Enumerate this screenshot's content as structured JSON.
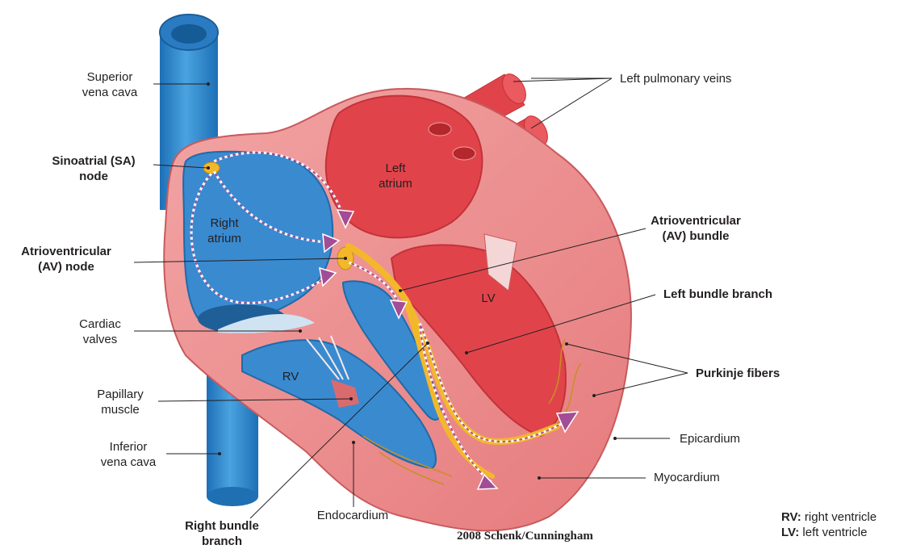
{
  "labels": {
    "superior_vena_cava": "Superior\nvena cava",
    "sa_node": "Sinoatrial (SA)\nnode",
    "av_node": "Atrioventricular\n(AV) node",
    "cardiac_valves": "Cardiac\nvalves",
    "papillary_muscle": "Papillary\nmuscle",
    "inferior_vena_cava": "Inferior\nvena cava",
    "right_bundle_branch": "Right bundle\nbranch",
    "endocardium": "Endocardium",
    "left_pulmonary_veins": "Left pulmonary veins",
    "av_bundle": "Atrioventricular\n(AV) bundle",
    "left_bundle_branch": "Left bundle branch",
    "purkinje_fibers": "Purkinje fibers",
    "epicardium": "Epicardium",
    "myocardium": "Myocardium"
  },
  "inner_labels": {
    "left_atrium": "Left\natrium",
    "right_atrium": "Right\natrium",
    "lv": "LV",
    "rv": "RV"
  },
  "credit": "2008 Schenk/Cunningham",
  "legend": [
    {
      "abbr": "RV:",
      "text": " right ventricle"
    },
    {
      "abbr": "LV:",
      "text": " left ventricle"
    }
  ],
  "colors": {
    "vein_blue": "#2f80c4",
    "artery_red": "#e0444a",
    "heart_wall": "#ec8f8f",
    "conduction": "#f3b82a",
    "arrow": "#a24d95"
  }
}
